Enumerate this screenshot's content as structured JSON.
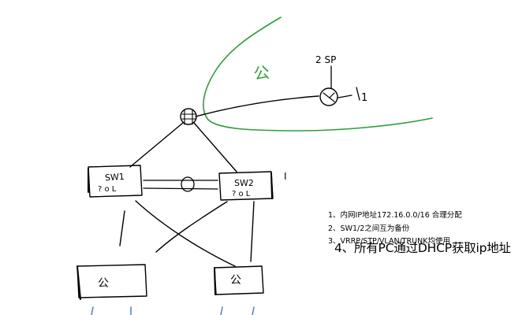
{
  "canvas": {
    "background": "#ffffff"
  },
  "colors": {
    "ink": "#000000",
    "internet": "#2e9e3a",
    "pc_links": "#3a78d8"
  },
  "labels": {
    "internet": "公",
    "router_port_left": "2 SP",
    "router_port_right": "1",
    "sw1": "SW1",
    "sw1_line2": "? o L",
    "sw2": "SW2",
    "sw2_line2": "? o L",
    "trunk": "O",
    "pc_left": "公",
    "pc_right": "公",
    "cursor": "I"
  },
  "requirements": [
    "1、内网IP地址172.16.0.0/16 合理分配",
    "2、SW1/2之间互为备份",
    "3、VRRP/STP/VLAN/TRUNK均使用",
    "4、所有PC通过DHCP获取ip地址"
  ],
  "icons": {
    "router": "router-circle-icon",
    "firewall": "firewall-circle-icon",
    "switch": "switch-box-icon",
    "pc": "pc-box-icon"
  }
}
